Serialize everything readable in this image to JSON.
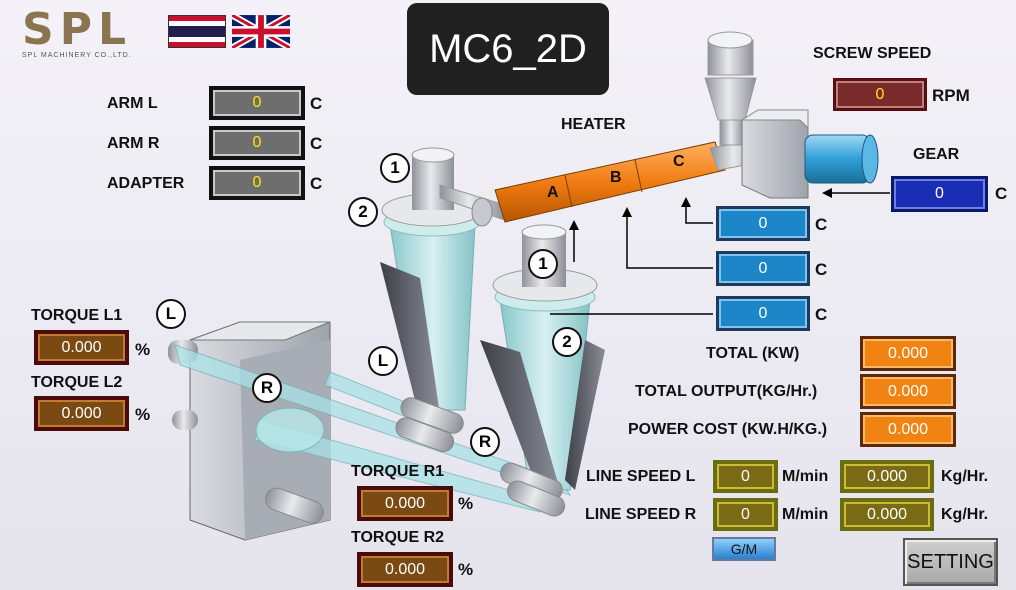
{
  "header": {
    "logo_text": "SPL",
    "logo_subtext": "SPL MACHINERY CO.,LTD.",
    "title": "MC6_2D",
    "flags": [
      "thai-flag",
      "uk-flag"
    ]
  },
  "arm": [
    {
      "label": "ARM L",
      "value": "0",
      "unit": "C"
    },
    {
      "label": "ARM R",
      "value": "0",
      "unit": "C"
    },
    {
      "label": "ADAPTER",
      "value": "0",
      "unit": "C"
    }
  ],
  "screw": {
    "label": "SCREW SPEED",
    "value": "0",
    "unit": "RPM"
  },
  "heater": {
    "label": "HEATER",
    "zones": [
      "A",
      "B",
      "C"
    ],
    "temps": [
      {
        "value": "0",
        "unit": "C"
      },
      {
        "value": "0",
        "unit": "C"
      },
      {
        "value": "0",
        "unit": "C"
      }
    ]
  },
  "gear": {
    "label": "GEAR",
    "value": "0",
    "unit": "C"
  },
  "torque": {
    "l1": {
      "label": "TORQUE L1",
      "value": "0.000",
      "unit": "%"
    },
    "l2": {
      "label": "TORQUE L2",
      "value": "0.000",
      "unit": "%"
    },
    "r1": {
      "label": "TORQUE R1",
      "value": "0.000",
      "unit": "%"
    },
    "r2": {
      "label": "TORQUE R2",
      "value": "0.000",
      "unit": "%"
    }
  },
  "totals": [
    {
      "label": "TOTAL (KW)",
      "value": "0.000"
    },
    {
      "label": "TOTAL OUTPUT(KG/Hr.)",
      "value": "0.000"
    },
    {
      "label": "POWER COST (KW.H/KG.)",
      "value": "0.000"
    }
  ],
  "line_speed": [
    {
      "label": "LINE SPEED L",
      "speed": "0",
      "speed_unit": "M/min",
      "rate": "0.000",
      "rate_unit": "Kg/Hr."
    },
    {
      "label": "LINE SPEED R",
      "speed": "0",
      "speed_unit": "M/min",
      "rate": "0.000",
      "rate_unit": "Kg/Hr."
    }
  ],
  "buttons": {
    "gm": "G/M",
    "setting": "SETTING"
  },
  "markers": {
    "one": "1",
    "two": "2",
    "left": "L",
    "right": "R"
  },
  "colors": {
    "heater_orange": "#f08312",
    "accent_blue": "#1d86c9",
    "navy": "#1a2db5",
    "value_yellow": "#ffe800"
  }
}
